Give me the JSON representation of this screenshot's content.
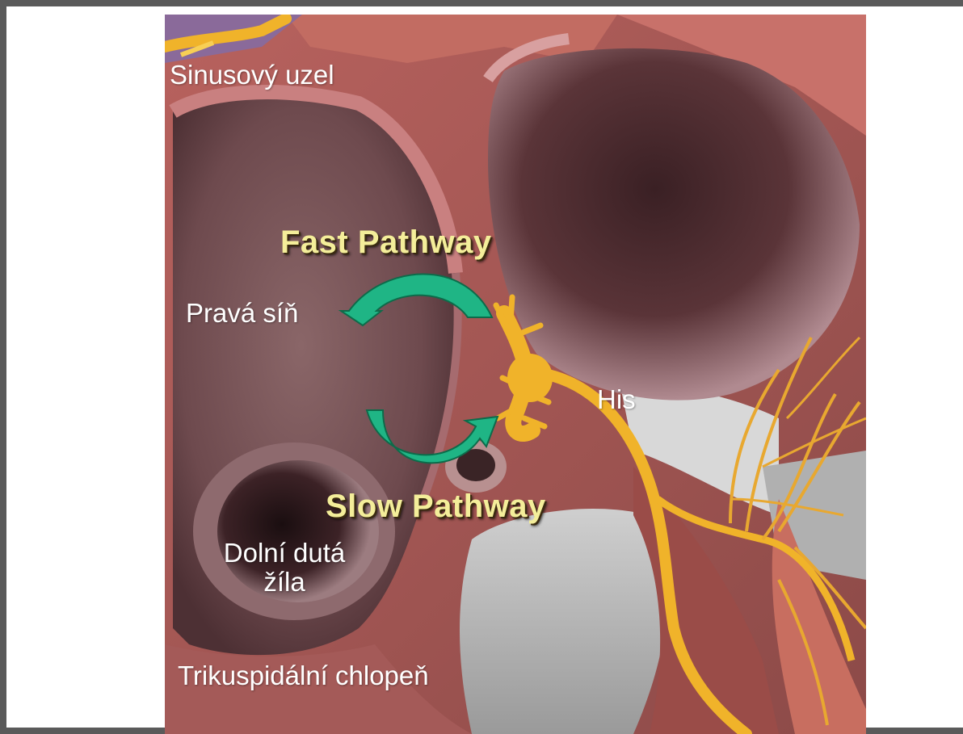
{
  "diagram": {
    "labels": {
      "sinus_node": "Sinusový uzel",
      "right_atrium": "Pravá síň",
      "his": "His",
      "ivc_line1": "Dolní dutá",
      "ivc_line2": "žíla",
      "tricuspid": "Trikuspidální chlopeň"
    },
    "pathways": {
      "fast": "Fast Pathway",
      "slow": "Slow Pathway"
    },
    "colors": {
      "arrow": "#1fb585",
      "conduction_system": "#f0b32a",
      "pathway_text": "#f4ee9a",
      "label_text": "#ffffff",
      "tissue": "#b56a6a",
      "background": "#5a5a5a"
    }
  }
}
